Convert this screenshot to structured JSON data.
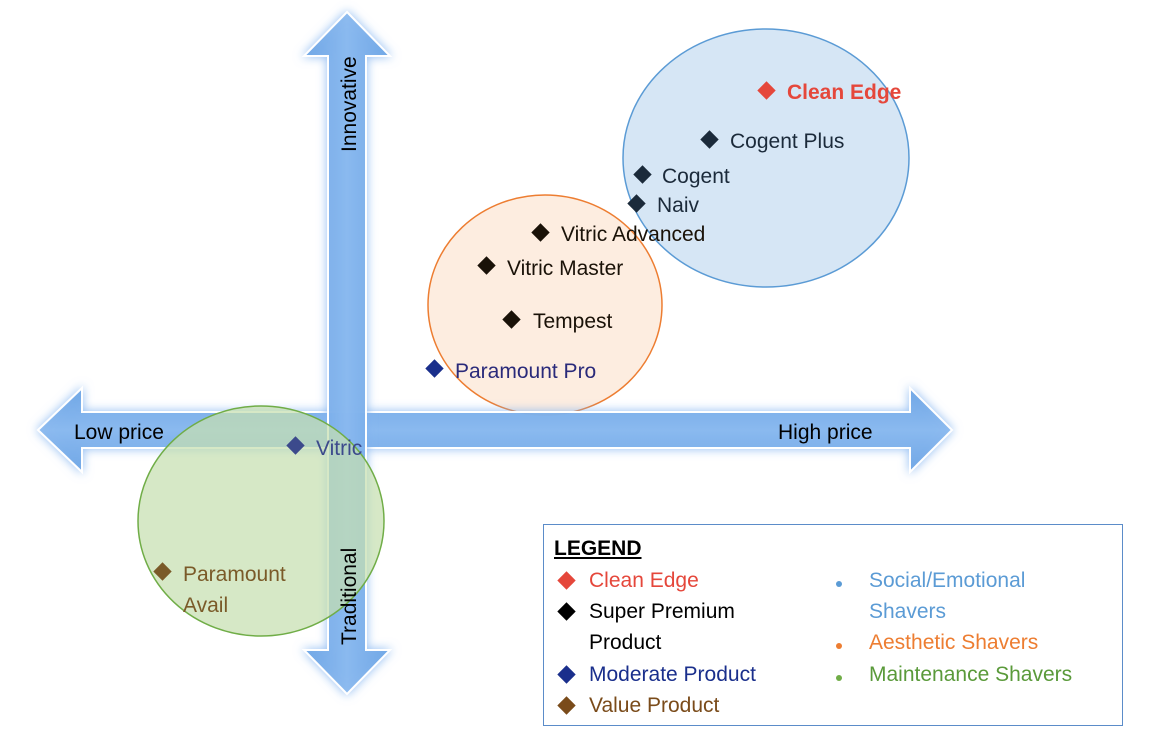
{
  "axes": {
    "top": "Innovative",
    "bottom": "Traditional",
    "left": "Low price",
    "right": "High price"
  },
  "colors": {
    "clean_edge": "#e5473b",
    "super_premium": "#000000",
    "moderate": "#1a2f8c",
    "value": "#7a4b1a",
    "social": "#5b9bd5",
    "aesthetic": "#ed7d31",
    "maintenance": "#70ad47"
  },
  "products": [
    {
      "label": "Clean Edge",
      "category": "clean_edge"
    },
    {
      "label": "Cogent Plus",
      "category": "super_premium"
    },
    {
      "label": "Cogent",
      "category": "super_premium"
    },
    {
      "label": "Naiv",
      "category": "super_premium"
    },
    {
      "label": "Vitric Advanced",
      "category": "super_premium"
    },
    {
      "label": "Vitric Master",
      "category": "super_premium"
    },
    {
      "label": "Tempest",
      "category": "super_premium"
    },
    {
      "label": "Paramount Pro",
      "category": "moderate"
    },
    {
      "label": "Vitric",
      "category": "moderate"
    },
    {
      "label": [
        "Paramount",
        "Avail"
      ],
      "category": "value"
    }
  ],
  "legend": {
    "title": "LEGEND",
    "clean_edge": "Clean Edge",
    "super_premium": [
      "Super Premium",
      "Product"
    ],
    "moderate": "Moderate Product",
    "value": "Value Product",
    "social": [
      "Social/Emotional",
      "Shavers"
    ],
    "aesthetic": "Aesthetic Shavers",
    "maintenance": "Maintenance Shavers"
  }
}
